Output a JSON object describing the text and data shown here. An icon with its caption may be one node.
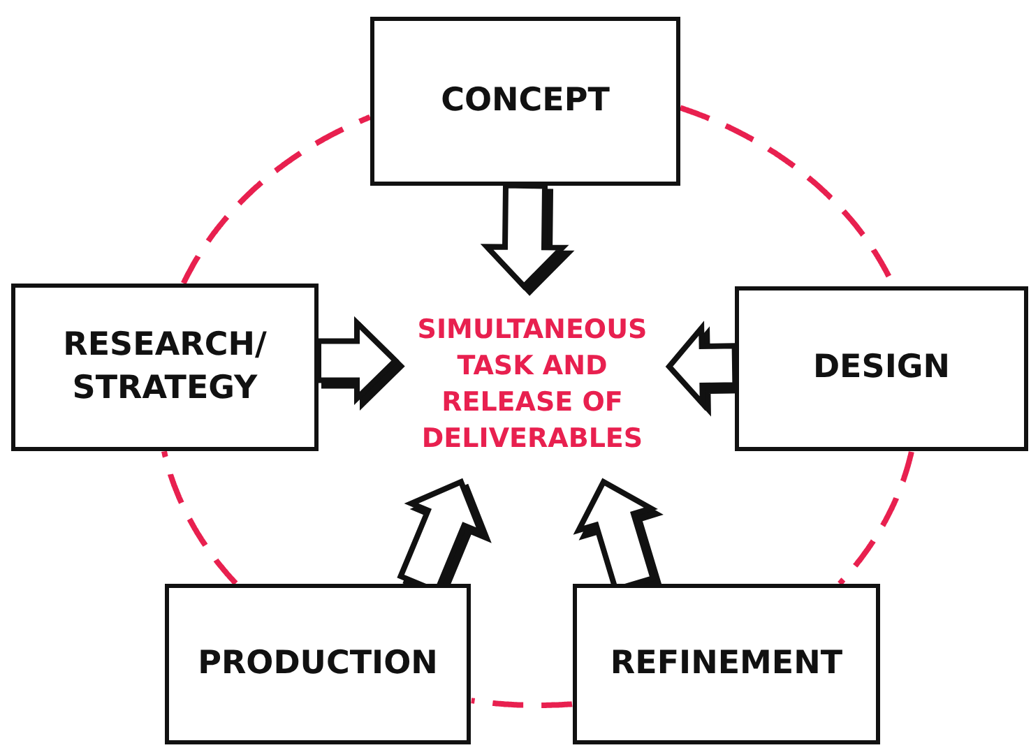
{
  "diagram": {
    "nodes": [
      {
        "text": [
          "CONCEPT"
        ]
      },
      {
        "text": [
          "RESEARCH/ STRATEGY"
        ]
      },
      {
        "text": [
          "SIMULTANEOUS TASK AND RELEASE OF DELIVERABLES"
        ]
      },
      {
        "text": [
          "DESIGN"
        ]
      },
      {
        "text": [
          "PRODUCTION"
        ]
      },
      {
        "text": [
          "REFINEMENT"
        ]
      }
    ],
    "edges": [
      {
        "from": 0,
        "to": 2,
        "arrow": "to",
        "style": "thick"
      },
      {
        "from": 1,
        "to": 2,
        "arrow": "to",
        "style": "thick"
      },
      {
        "from": 3,
        "to": 2,
        "arrow": "to",
        "style": "thick"
      },
      {
        "from": 4,
        "to": 2,
        "arrow": "to",
        "style": "thick"
      },
      {
        "from": 5,
        "to": 2,
        "arrow": "to",
        "style": "thick"
      },
      {
        "from": 0,
        "to": 3,
        "arrow": "none",
        "style": "dashed",
        "color": "#e8204f"
      },
      {
        "from": 3,
        "to": 5,
        "arrow": "none",
        "style": "dashed",
        "color": "#e8204f"
      },
      {
        "from": 5,
        "to": 4,
        "arrow": "none",
        "style": "dashed",
        "color": "#e8204f"
      },
      {
        "from": 4,
        "to": 1,
        "arrow": "none",
        "style": "dashed",
        "color": "#e8204f"
      },
      {
        "from": 1,
        "to": 0,
        "arrow": "none",
        "style": "dashed",
        "color": "#e8204f"
      }
    ]
  }
}
